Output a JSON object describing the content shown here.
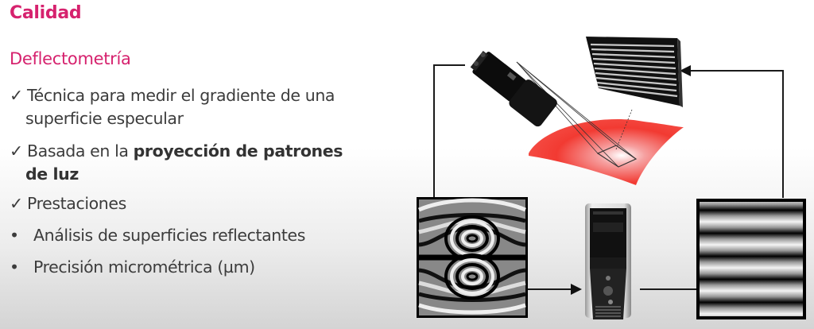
{
  "slide": {
    "title": "Calidad",
    "subtitle": "Deflectometría",
    "accent_color": "#d6226e",
    "bullets": [
      {
        "icon": "checkmark-icon",
        "mark": "✓",
        "text": "Técnica para medir el gradiente de una",
        "continuation": "superficie especular"
      },
      {
        "icon": "checkmark-icon",
        "mark": "✓",
        "text_prefix": "Basada en la ",
        "text_bold": "proyección de patrones",
        "continuation_bold": "de luz"
      },
      {
        "icon": "checkmark-icon",
        "mark": "✓",
        "text": "Prestaciones"
      },
      {
        "icon": "bullet-dot-icon",
        "mark": "•",
        "text": "Análisis de superficies reflectantes"
      },
      {
        "icon": "bullet-dot-icon",
        "mark": "•",
        "text": "Precisión micrométrica (µm)"
      }
    ]
  },
  "diagram": {
    "components": [
      {
        "name": "camera",
        "icon": "camera-icon"
      },
      {
        "name": "fringe-screen",
        "icon": "striped-screen-icon"
      },
      {
        "name": "specular-surface",
        "icon": "red-surface-icon",
        "color": "#f03030"
      },
      {
        "name": "deformed-fringe-image",
        "icon": "distorted-fringe-pattern-icon"
      },
      {
        "name": "computer",
        "icon": "computer-tower-icon"
      },
      {
        "name": "reference-fringe-image",
        "icon": "horizontal-fringe-pattern-icon"
      }
    ]
  }
}
